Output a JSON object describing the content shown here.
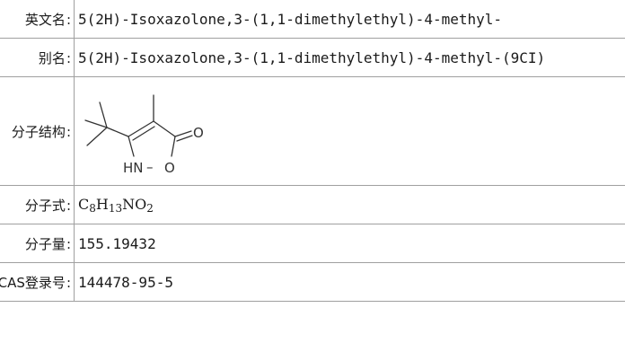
{
  "rows": {
    "english_name": {
      "label": "英文名",
      "value": "5(2H)-Isoxazolone,3-(1,1-dimethylethyl)-4-methyl-"
    },
    "alias": {
      "label": "别名",
      "value": "5(2H)-Isoxazolone,3-(1,1-dimethylethyl)-4-methyl-(9CI)"
    },
    "structure": {
      "label": "分子结构",
      "atoms": {
        "oxygen_carbonyl": "O",
        "nitrogen_h": "HN",
        "bond_dash": "–",
        "oxygen_ring": "O"
      }
    },
    "formula": {
      "label": "分子式",
      "parts": [
        {
          "sym": "C"
        },
        {
          "num": "8"
        },
        {
          "sym": "H"
        },
        {
          "num": "13"
        },
        {
          "sym": "NO"
        },
        {
          "num": "2"
        }
      ]
    },
    "weight": {
      "label": "分子量",
      "value": "155.19432"
    },
    "cas": {
      "label": "CAS登录号",
      "value": "144478-95-5"
    }
  },
  "colon": ":"
}
